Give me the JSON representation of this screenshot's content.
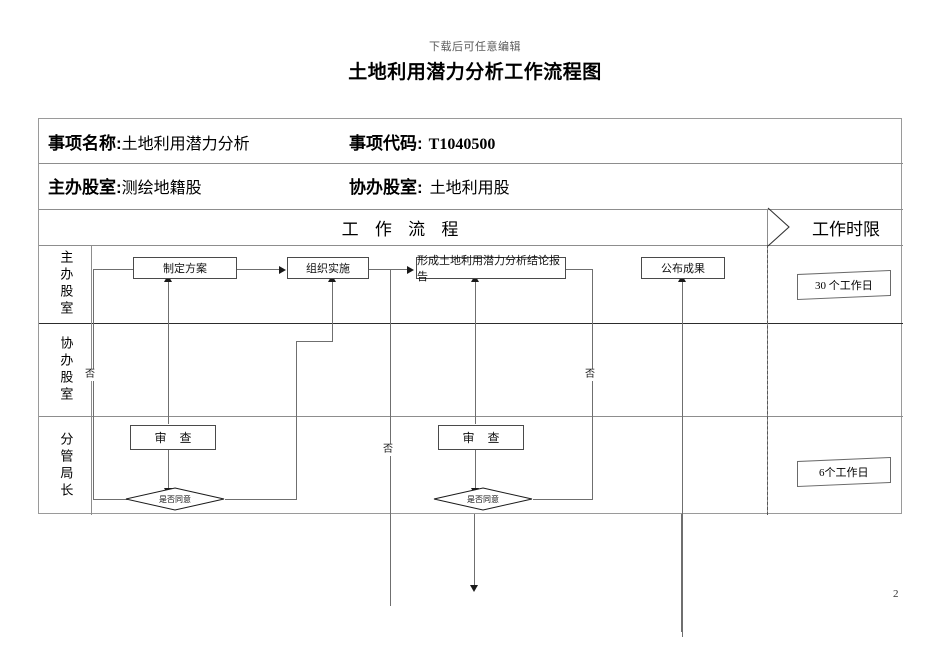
{
  "document": {
    "watermark": "下载后可任意编辑",
    "title": "土地利用潜力分析工作流程图",
    "page_number": "2"
  },
  "info": {
    "item_name_label": "事项名称:",
    "item_name_value": "土地利用潜力分析",
    "item_code_label": "事项代码:",
    "item_code_value": "T1040500",
    "host_office_label": "主办股室:",
    "host_office_value": "测绘地籍股",
    "assist_office_label": "协办股室:",
    "assist_office_value": "土地利用股"
  },
  "columns": {
    "flow_header": "工 作 流 程",
    "limit_header": "工作时限"
  },
  "lanes": [
    {
      "id": "host",
      "label": "主办股室"
    },
    {
      "id": "assist",
      "label": "协办股室"
    },
    {
      "id": "director",
      "label": "分管局长"
    }
  ],
  "nodes": {
    "plan": "制定方案",
    "implement": "组织实施",
    "report": "形成土地利用潜力分析结论报告",
    "publish": "公布成果",
    "review_left": "审  查",
    "review_right": "审  查",
    "decision_left": "是否同意",
    "decision_right": "是否同意"
  },
  "edge_labels": {
    "no_left": "否",
    "no_mid": "否",
    "no_right": "否"
  },
  "time_limits": {
    "host_row": "30 个工作日",
    "director_row": "6个工作日"
  },
  "colors": {
    "table_border": "#9a9a9a",
    "node_border": "#4a4a4a",
    "connector": "#6f6f6f",
    "text": "#000000"
  }
}
